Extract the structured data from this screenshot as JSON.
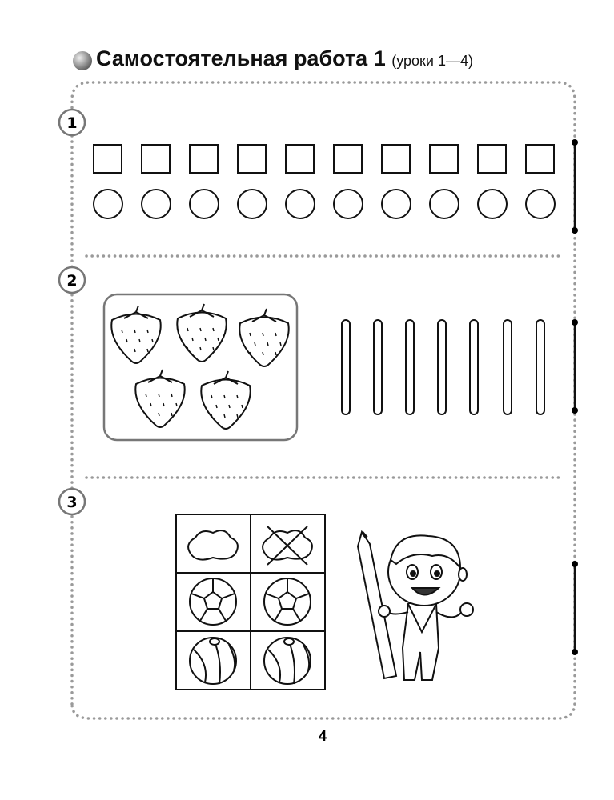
{
  "title": {
    "main": "Самостоятельная работа 1",
    "sub": "(уроки 1—4)"
  },
  "tasks": [
    {
      "number": "1"
    },
    {
      "number": "2"
    },
    {
      "number": "3"
    }
  ],
  "page_number": "4",
  "colors": {
    "dots": "#9a9a9a",
    "ink": "#111111"
  }
}
